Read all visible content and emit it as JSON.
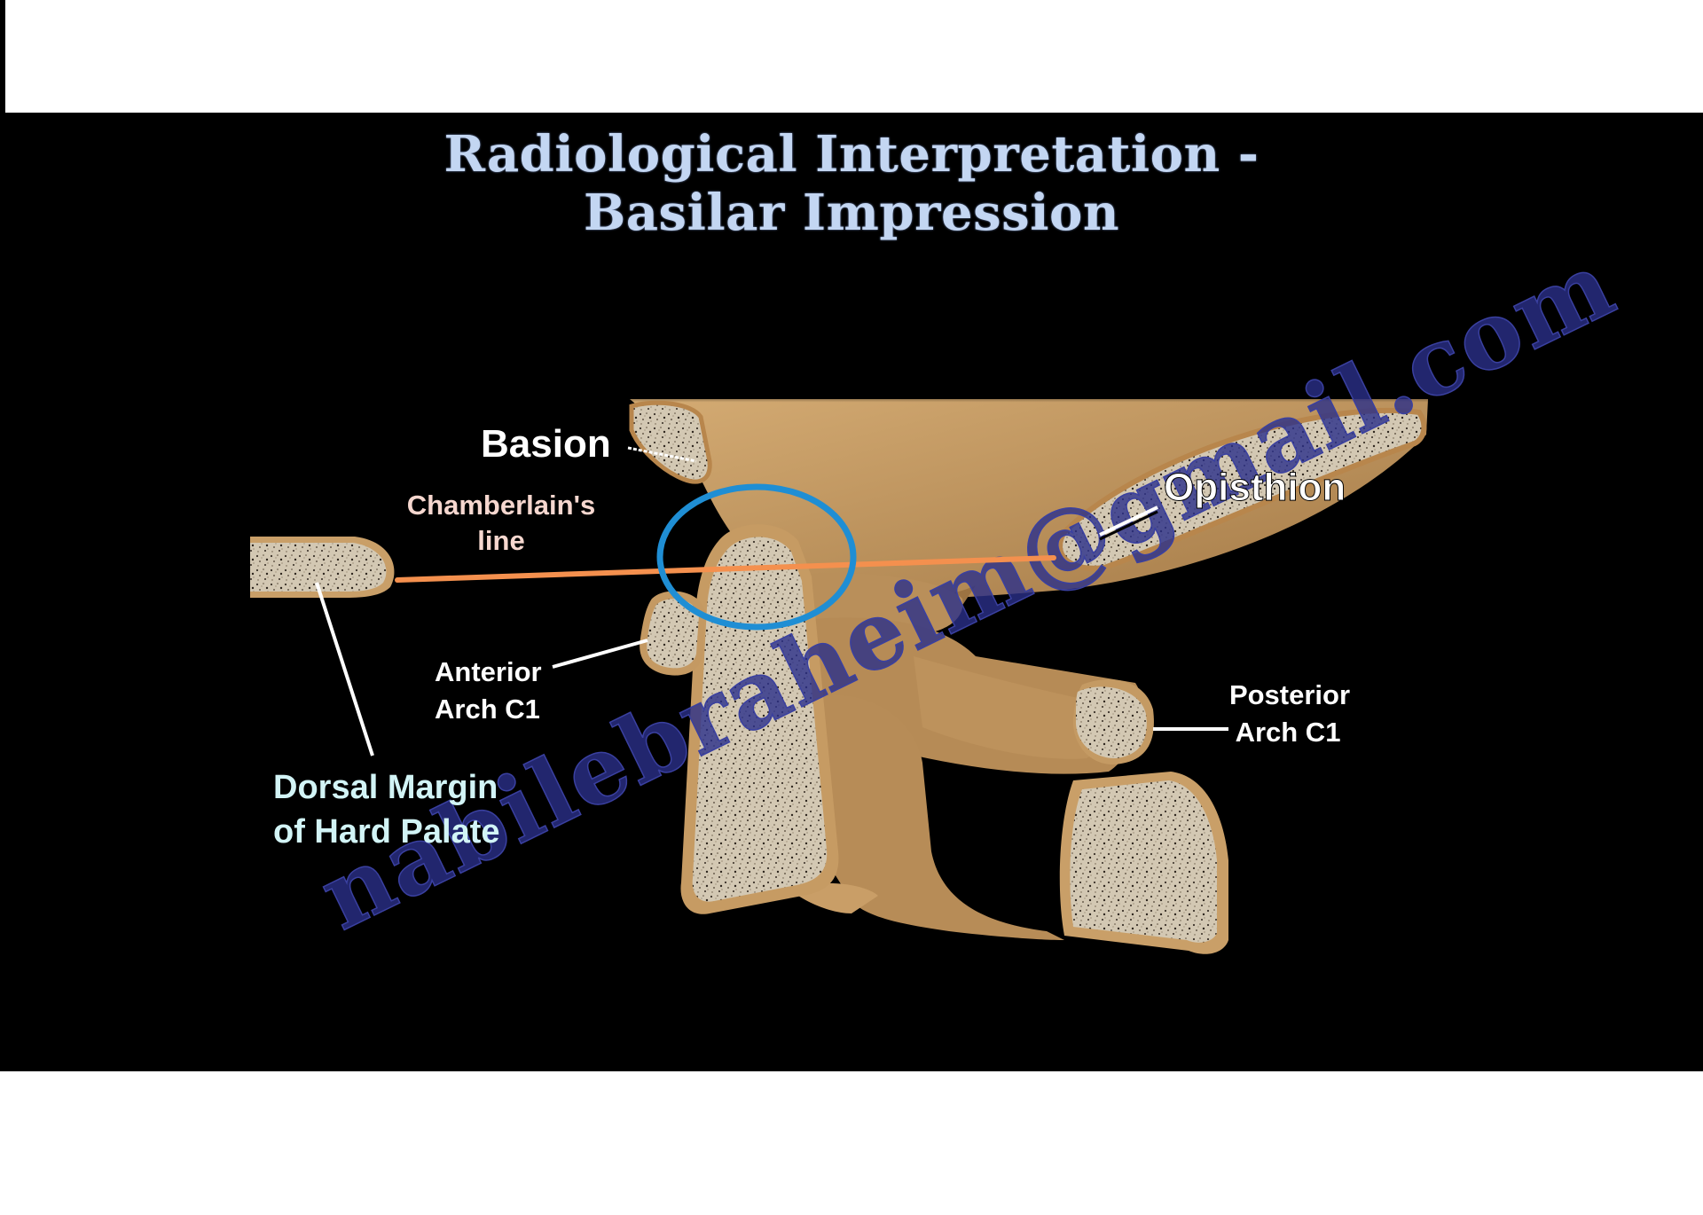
{
  "slide": {
    "title_line1": "Radiological Interpretation -",
    "title_line2": "Basilar Impression",
    "watermark": "nabilebraheim@gmail.com"
  },
  "labels": {
    "basion": "Basion",
    "chamberlain_line1": "Chamberlain's",
    "chamberlain_line2": "line",
    "opisthion": "Opisthion",
    "anterior_arch_line1": "Anterior",
    "anterior_arch_line2": "Arch C1",
    "posterior_arch_line1": "Posterior",
    "posterior_arch_line2": "Arch C1",
    "hard_palate_line1": "Dorsal Margin",
    "hard_palate_line2": "of Hard Palate"
  },
  "colors": {
    "slide_background": "#000000",
    "title": "#c3d6f2",
    "bone_cortex": "#c79e66",
    "bone_marrow": "#cfc4b0",
    "chamberlain_line": "#f4904e",
    "highlight_ellipse": "#1f8ed4",
    "label_white": "#ffffff",
    "label_pink": "#f6d7cf",
    "label_cyan": "#d2f4f6",
    "watermark": "#2a2f8a"
  }
}
